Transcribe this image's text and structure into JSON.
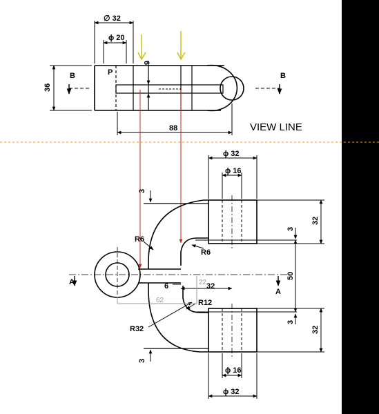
{
  "top_view": {
    "dims": {
      "width_top": "∅ 32",
      "dia_20": "ϕ 20",
      "dim_6": "6",
      "height_36": "36",
      "length_88": "88"
    },
    "labels": {
      "b_left": "B",
      "b_right": "B",
      "p": "P"
    }
  },
  "view_line_label": "VIEW LINE",
  "front_view": {
    "dims": {
      "dia_32_top": "ϕ 32",
      "dia_16_top": "ϕ 16",
      "dim_3_top": "3",
      "dim_32_right_top": "32",
      "dim_3_mid_top": "3",
      "dim_50": "50",
      "dim_3_mid_bottom": "3",
      "dim_32_right_bottom": "32",
      "dim_3_bottom": "3",
      "dia_16_bottom": "ϕ 16",
      "dia_32_bottom": "ϕ 32",
      "dim_6": "6",
      "dim_32": "32",
      "dim_22": "22",
      "dim_62": "62"
    },
    "labels": {
      "r6_left": "R6",
      "r6_right": "R6",
      "r12": "R12",
      "r32": "R32",
      "a_left": "A",
      "a_right": "A"
    }
  },
  "colors": {
    "background": "#000000",
    "sheet": "#ffffff",
    "projection_lines": "#c8281e",
    "arrows": "#c9c21a",
    "view_line": "#e0a030",
    "hidden_gray": "#9a9a9a"
  }
}
